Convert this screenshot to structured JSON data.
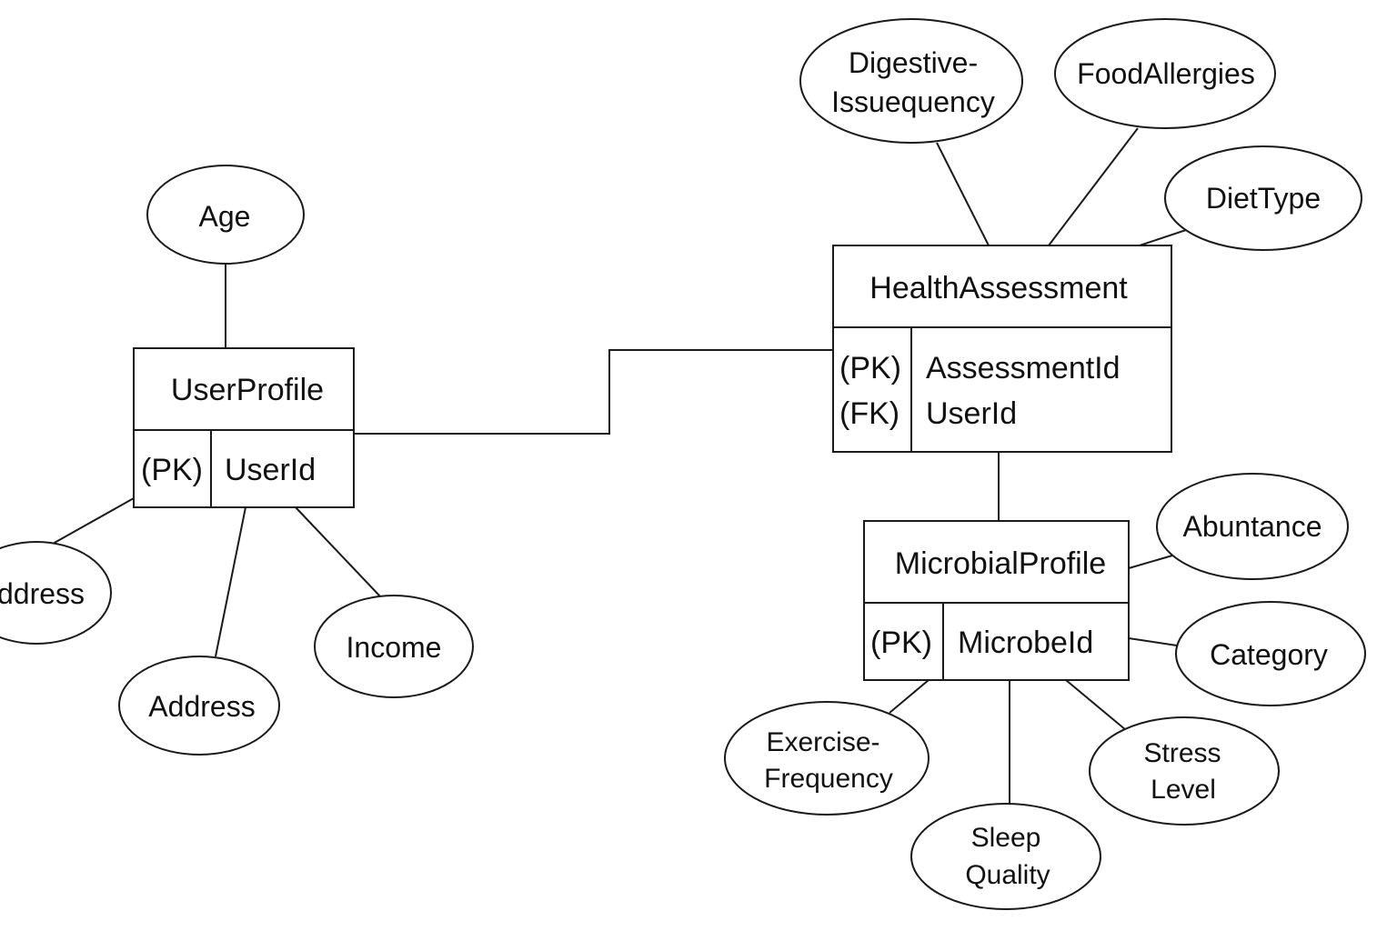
{
  "entities": {
    "user_profile": {
      "title": "UserProfile",
      "rows": [
        {
          "key": "(PK)",
          "field": "UserId"
        }
      ]
    },
    "health_assessment": {
      "title": "HealthAssessment",
      "rows": [
        {
          "key": "(PK)",
          "field": "AssessmentId"
        },
        {
          "key": "(FK)",
          "field": "UserId"
        }
      ]
    },
    "microbial_profile": {
      "title": "MicrobialProfile",
      "rows": [
        {
          "key": "(PK)",
          "field": "MicrobeId"
        }
      ]
    }
  },
  "attributes": {
    "age": [
      "Age"
    ],
    "address_left": [
      "ddress"
    ],
    "address": [
      "Address"
    ],
    "income": [
      "Income"
    ],
    "digestive": [
      "Digestive-",
      "Issuequency"
    ],
    "food_allergies": [
      "FoodAllergies"
    ],
    "diet_type": [
      "DietType"
    ],
    "abundance": [
      "Abuntance"
    ],
    "category": [
      "Category"
    ],
    "exercise": [
      "Exercise-",
      "Frequency"
    ],
    "sleep": [
      "Sleep",
      "Quality"
    ],
    "stress": [
      "Stress",
      "Level"
    ]
  }
}
